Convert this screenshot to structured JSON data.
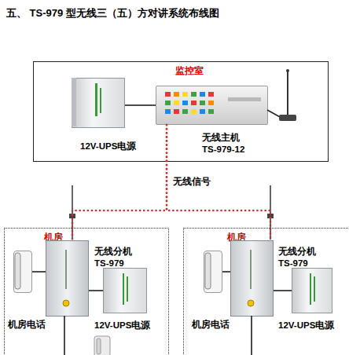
{
  "diagram": {
    "title": "五、 TS-979 型无线三（五）方对讲系统布线图",
    "nodes": [
      {
        "text": [
          "监控室"
        ]
      },
      {
        "text": [
          "12V-UPS电源"
        ],
        "in": 0
      },
      {
        "text": [
          "无线主机 TS-979-12"
        ],
        "in": 0
      },
      {
        "text": [
          "机房"
        ]
      },
      {
        "text": [
          "机房电话"
        ],
        "in": 3
      },
      {
        "text": [
          "无线分机 TS-979"
        ],
        "in": 3
      },
      {
        "text": [
          "12V-UPS电源"
        ],
        "in": 3
      },
      {
        "text": [
          "机房"
        ]
      },
      {
        "text": [
          "机房电话"
        ],
        "in": 7
      },
      {
        "text": [
          "无线分机 TS-979"
        ],
        "in": 7
      },
      {
        "text": [
          "12V-UPS电源"
        ],
        "in": 7
      }
    ],
    "edges": [
      {
        "from": 1,
        "to": 2,
        "arrow": "none"
      },
      {
        "from": 2,
        "to": 5,
        "label": "无线信号",
        "arrow": "none"
      },
      {
        "from": 2,
        "to": 9,
        "arrow": "none"
      },
      {
        "from": 4,
        "to": 5,
        "arrow": "none"
      },
      {
        "from": 5,
        "to": 6,
        "arrow": "none"
      },
      {
        "from": 8,
        "to": 9,
        "arrow": "none"
      },
      {
        "from": 9,
        "to": 10,
        "arrow": "none"
      }
    ]
  }
}
